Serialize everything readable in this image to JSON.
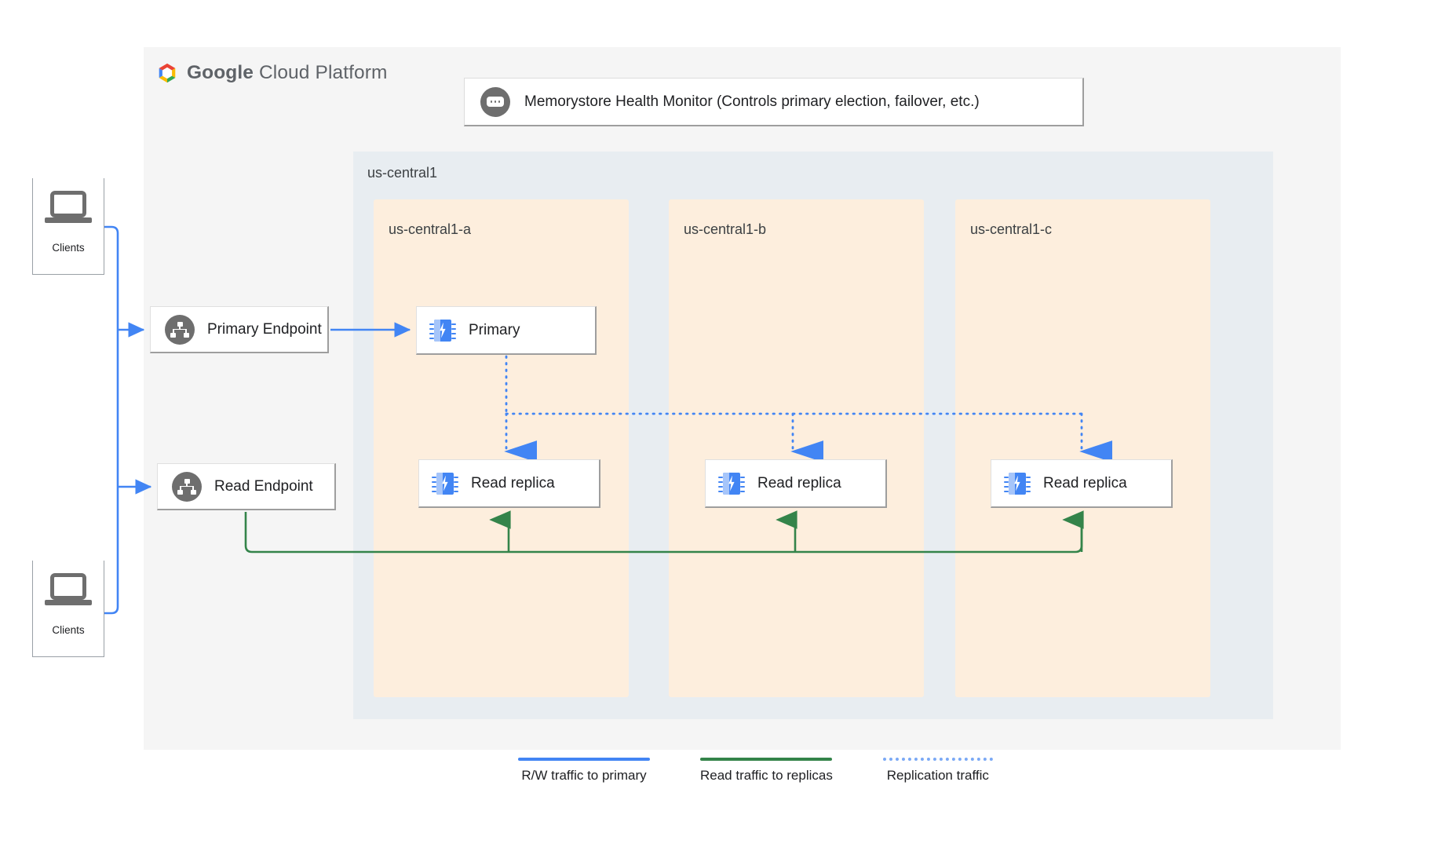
{
  "platform": {
    "logo_word_1": "Google",
    "logo_word_2": "Cloud",
    "logo_word_3": "Platform",
    "logo_icon": "google-cloud-hexagon-icon"
  },
  "health_monitor": {
    "label": "Memorystore Health Monitor (Controls primary election, failover, etc.)",
    "icon": "ellipsis-badge-icon"
  },
  "region": {
    "label": "us-central1",
    "zones": [
      {
        "label": "us-central1-a"
      },
      {
        "label": "us-central1-b"
      },
      {
        "label": "us-central1-c"
      }
    ]
  },
  "endpoints": [
    {
      "label": "Primary Endpoint",
      "icon": "hierarchy-icon"
    },
    {
      "label": "Read Endpoint",
      "icon": "hierarchy-icon"
    }
  ],
  "instances": [
    {
      "label": "Primary",
      "icon": "memorystore-chip-icon",
      "zone": "us-central1-a"
    },
    {
      "label": "Read replica",
      "icon": "memorystore-chip-icon",
      "zone": "us-central1-a"
    },
    {
      "label": "Read replica",
      "icon": "memorystore-chip-icon",
      "zone": "us-central1-b"
    },
    {
      "label": "Read replica",
      "icon": "memorystore-chip-icon",
      "zone": "us-central1-c"
    }
  ],
  "clients": [
    {
      "label": "Clients",
      "icon": "laptop-icon"
    },
    {
      "label": "Clients",
      "icon": "laptop-icon"
    }
  ],
  "legend": [
    {
      "text": "R/W traffic to primary",
      "color": "#4285f4",
      "style": "solid"
    },
    {
      "text": "Read traffic to replicas",
      "color": "#34844a",
      "style": "solid"
    },
    {
      "text": "Replication traffic",
      "color": "#7ba9f5",
      "style": "dotted"
    }
  ],
  "colors": {
    "panel_bg": "#f5f5f5",
    "region_bg": "#e8edf1",
    "zone_bg": "#fdeedd",
    "blue": "#4285f4",
    "green": "#34844a",
    "dotted_blue": "#7ba9f5"
  }
}
